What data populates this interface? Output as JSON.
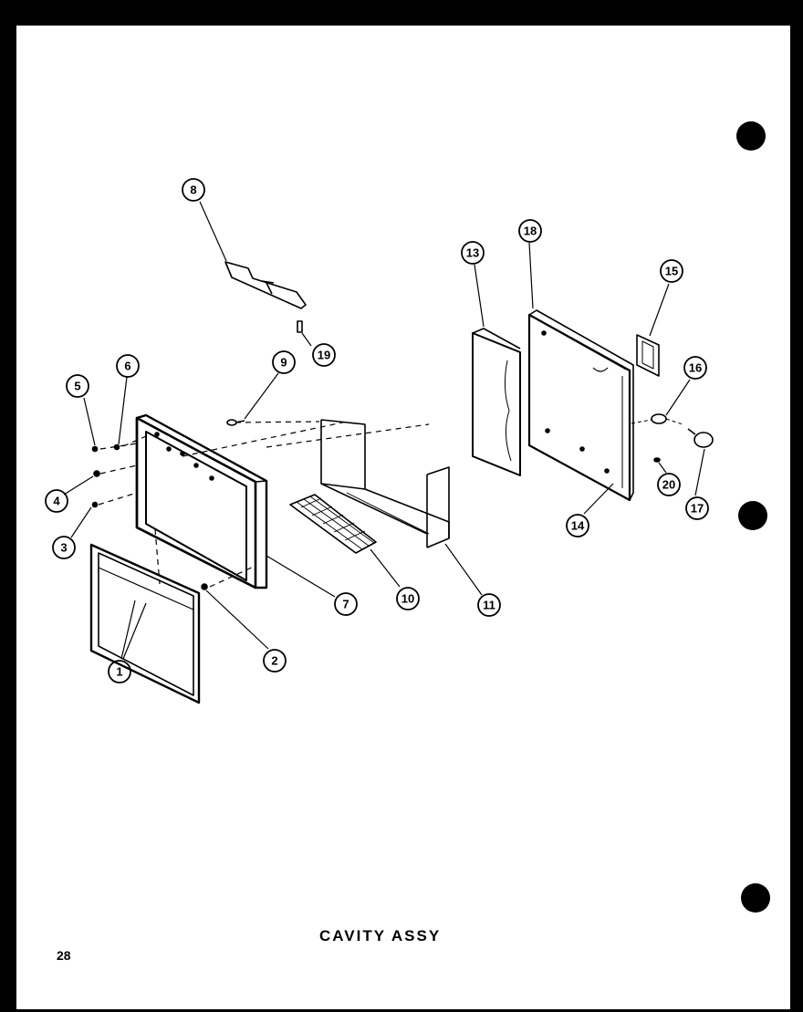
{
  "title": "CAVITY ASSY",
  "page_number": "28",
  "callouts": [
    {
      "id": "c1",
      "label": "1"
    },
    {
      "id": "c2",
      "label": "2"
    },
    {
      "id": "c3",
      "label": "3"
    },
    {
      "id": "c4",
      "label": "4"
    },
    {
      "id": "c5",
      "label": "5"
    },
    {
      "id": "c6",
      "label": "6"
    },
    {
      "id": "c7",
      "label": "7"
    },
    {
      "id": "c8",
      "label": "8"
    },
    {
      "id": "c9",
      "label": "9"
    },
    {
      "id": "c10",
      "label": "10"
    },
    {
      "id": "c11",
      "label": "11"
    },
    {
      "id": "c13",
      "label": "13"
    },
    {
      "id": "c14",
      "label": "14"
    },
    {
      "id": "c15",
      "label": "15"
    },
    {
      "id": "c16",
      "label": "16"
    },
    {
      "id": "c17",
      "label": "17"
    },
    {
      "id": "c18",
      "label": "18"
    },
    {
      "id": "c19",
      "label": "19"
    },
    {
      "id": "c20",
      "label": "20"
    }
  ],
  "colors": {
    "ink": "#000000",
    "paper": "#ffffff",
    "background": "#000000"
  }
}
